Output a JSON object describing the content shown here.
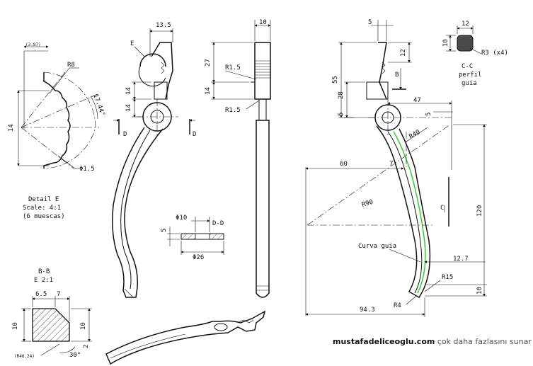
{
  "detail_e": {
    "title": "Detail E",
    "scale": "Scale: 4:1",
    "note": "(6 muescas)",
    "dims": {
      "d387": "(3.87)",
      "r8": "R8",
      "d1744": "17.44°",
      "d14": "14",
      "phi15": "Φ1.5"
    }
  },
  "section_bb": {
    "title": "B-B",
    "scale": "E 2:1",
    "dims": {
      "d65": "6.5",
      "d7": "7",
      "d10a": "10",
      "d10b": "10",
      "d2": "2",
      "d30": "30°",
      "r4624": "(R46.24)"
    }
  },
  "front_view": {
    "label_e": "E",
    "dims": {
      "d135": "13.5",
      "d14a": "14",
      "d14b": "14",
      "cut_d_left": "D",
      "cut_d_right": "D"
    }
  },
  "side_view": {
    "dims": {
      "d10": "10",
      "d27": "27",
      "d14": "14",
      "r15a": "R1.5",
      "r15b": "R1.5"
    }
  },
  "section_dd": {
    "title": "D-D",
    "dims": {
      "phi10": "Φ10",
      "d5": "5",
      "phi26": "Φ26"
    }
  },
  "right_view": {
    "dims": {
      "d5top": "5",
      "d12": "12",
      "d55": "55",
      "d28": "28",
      "d5side": "5",
      "b": "B",
      "d47": "47",
      "d5r": "5",
      "r40": "R40",
      "d60": "60",
      "d7": "7",
      "r90": "R90",
      "c": "C",
      "d120": "120",
      "curva": "Curva guia",
      "d127": "12.7",
      "r15": "R15",
      "d10": "10",
      "r4": "R4",
      "d943": "94.3"
    }
  },
  "section_cc": {
    "dims": {
      "d12": "12",
      "d10": "10",
      "r3": "R3 (x4)"
    },
    "title": "C-C",
    "line1": "perfil",
    "line2": "guia"
  },
  "footer": {
    "site": "mustafadeliceoglu.com",
    "message": "çok daha fazlasını sunar :)"
  }
}
